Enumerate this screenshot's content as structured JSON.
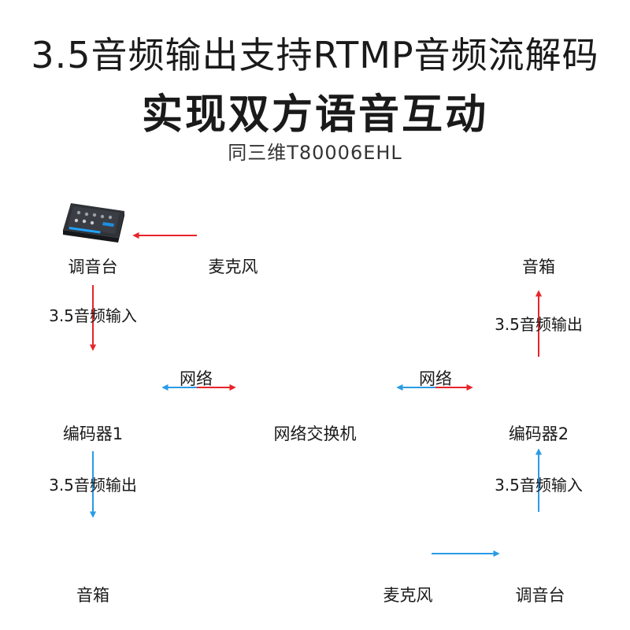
{
  "header": {
    "title_line1": "3.5音频输出支持RTMP音频流解码",
    "title_line2": "实现双方语音互动",
    "model": "同三维T80006EHL"
  },
  "nodes": {
    "mixer_left": "调音台",
    "mic_left": "麦克风",
    "speaker_right": "音箱",
    "encoder_1": "编码器1",
    "switch": "网络交换机",
    "encoder_2": "编码器2",
    "speaker_left": "音箱",
    "mic_right": "麦克风",
    "mixer_right": "调音台"
  },
  "edges": {
    "input_left": "3.5音频输入",
    "output_right": "3.5音频输出",
    "network_left": "网络",
    "network_right": "网络",
    "output_left": "3.5音频输出",
    "input_right": "3.5音频输入"
  },
  "colors": {
    "red_arrow": "#e8242a",
    "blue_arrow": "#2a9be6",
    "device_dark": "#2b2d31"
  },
  "icons": [
    "mixer-icon",
    "microphone-icon",
    "speaker-icon",
    "encoder-icon",
    "network-switch-icon"
  ]
}
